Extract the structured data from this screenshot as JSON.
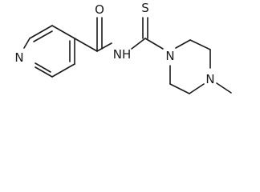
{
  "molecule": {
    "atoms": {
      "pyridine_n": "N",
      "carbonyl_o": "O",
      "amide_nh": "NH",
      "thione_s": "S",
      "piperazine_n1": "N",
      "piperazine_n4": "N"
    }
  }
}
